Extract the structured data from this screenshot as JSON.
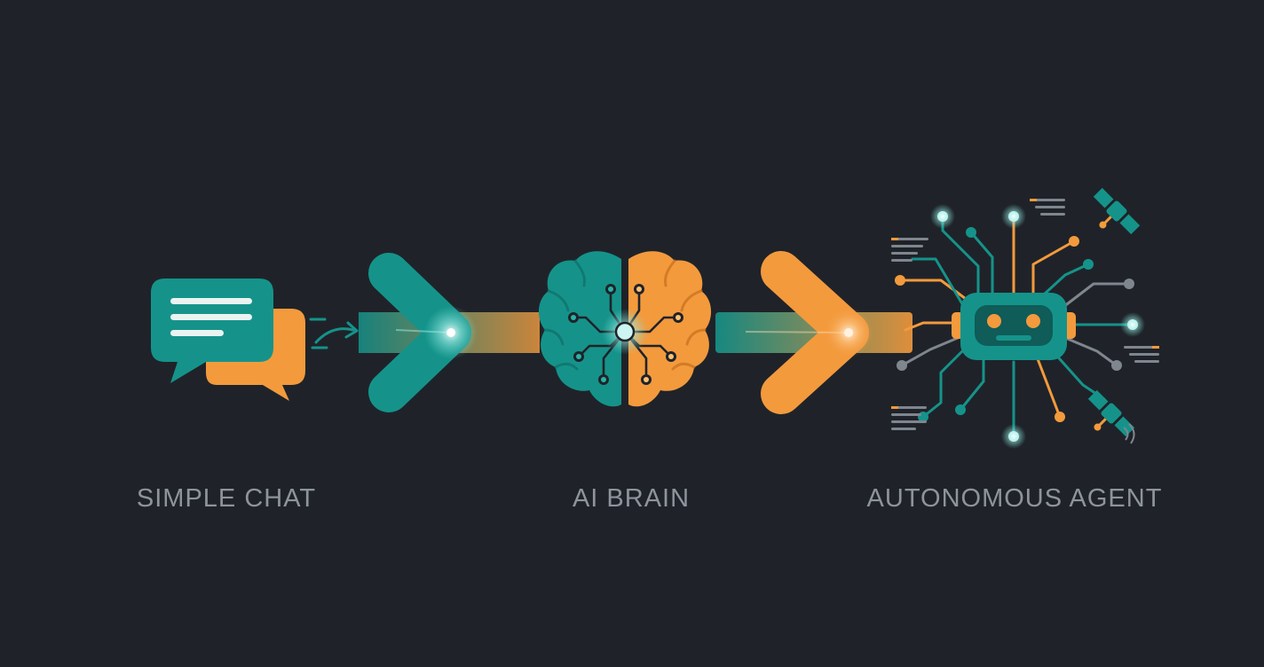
{
  "colors": {
    "background": "#1f2329",
    "teal": "#15938a",
    "orange": "#f39a3d",
    "label": "#8e949c",
    "glow": "#cdf6f2"
  },
  "stages": [
    {
      "label": "SIMPLE CHAT",
      "icon": "chat-bubbles-icon"
    },
    {
      "label": "AI BRAIN",
      "icon": "brain-circuit-icon"
    },
    {
      "label": "AUTONOMOUS AGENT",
      "icon": "robot-agent-icon"
    }
  ]
}
